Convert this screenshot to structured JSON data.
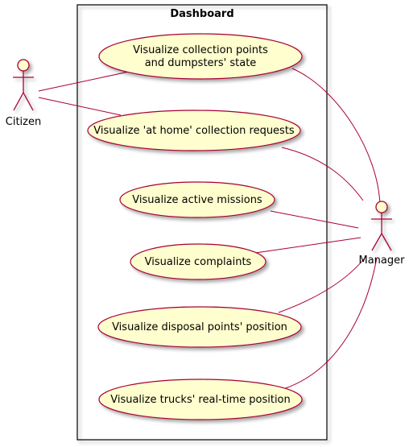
{
  "diagram": {
    "system_title": "Dashboard",
    "colors": {
      "usecase_fill": "#FEFECE",
      "border": "#A80036",
      "system_border": "#000000",
      "link": "#A80036"
    },
    "actors": {
      "citizen": {
        "label": "Citizen"
      },
      "manager": {
        "label": "Manager"
      }
    },
    "use_cases": [
      {
        "lines": [
          "Visualize collection points",
          "and dumpsters' state"
        ]
      },
      {
        "lines": [
          "Visualize 'at home' collection requests"
        ]
      },
      {
        "lines": [
          "Visualize active missions"
        ]
      },
      {
        "lines": [
          "Visualize complaints"
        ]
      },
      {
        "lines": [
          "Visualize disposal points' position"
        ]
      },
      {
        "lines": [
          "Visualize trucks' real-time position"
        ]
      }
    ]
  }
}
